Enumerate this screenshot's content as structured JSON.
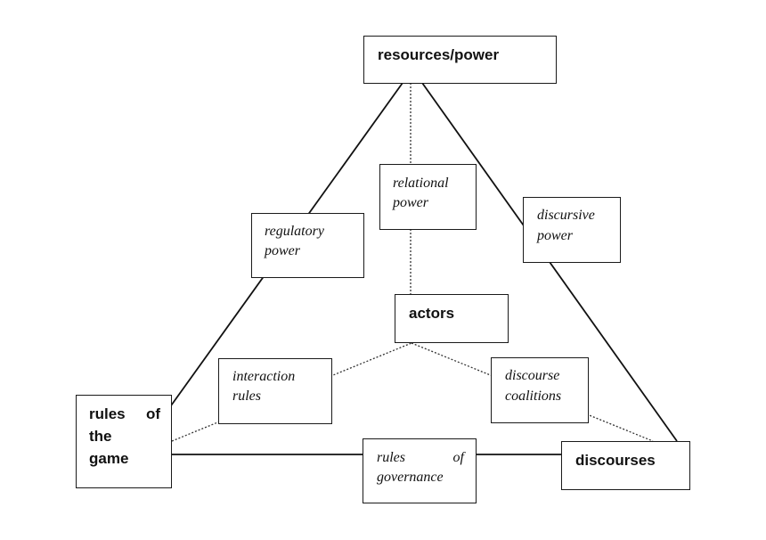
{
  "diagram": {
    "nodes": {
      "resources_power": "resources/power",
      "actors": "actors",
      "rules_of_the_game": {
        "line1a": "rules",
        "line1b": "of",
        "line2": "the",
        "line3": "game"
      },
      "discourses": "discourses"
    },
    "links": {
      "regulatory_power": [
        "regulatory",
        "power"
      ],
      "relational_power": [
        "relational",
        "power"
      ],
      "discursive_power": [
        "discursive",
        "power"
      ],
      "interaction_rules": [
        "interaction",
        "rules"
      ],
      "discourse_coalitions": [
        "discourse",
        "coalitions"
      ],
      "rules_of_governance": {
        "line1a": "rules",
        "line1b": "of",
        "line2": "governance"
      }
    }
  }
}
